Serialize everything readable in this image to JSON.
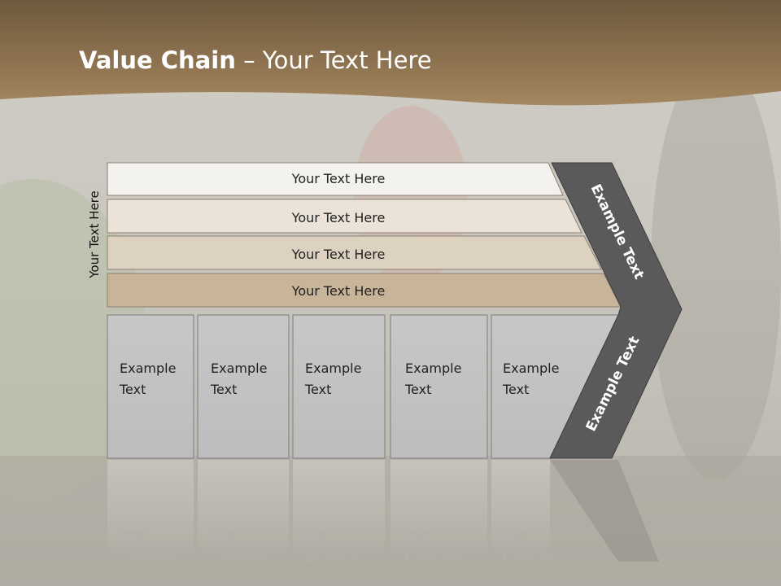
{
  "slide": {
    "title_bold": "Value Chain",
    "title_rest": " – Your Text Here",
    "side_label": "Your Text Here"
  },
  "bars": [
    {
      "label": "Your Text Here",
      "color": "#f4f2ee"
    },
    {
      "label": "Your Text Here",
      "color": "#ebe3d7"
    },
    {
      "label": "Your Text Here",
      "color": "#ddd1bf"
    },
    {
      "label": "Your Text Here",
      "color": "#c8b498"
    }
  ],
  "boxes": [
    {
      "line1": "Example",
      "line2": "Text"
    },
    {
      "line1": "Example",
      "line2": "Text"
    },
    {
      "line1": "Example",
      "line2": "Text"
    },
    {
      "line1": "Example",
      "line2": "Text"
    },
    {
      "line1": "Example",
      "line2": "Text"
    }
  ],
  "chevron": {
    "upper_label": "Example Text",
    "lower_label": "Example Text"
  },
  "colors": {
    "header_brown": "#8a6d44",
    "box_gray": "#c3c3c3",
    "chevron_dark": "#5a5a5a",
    "text_dark": "#222222"
  }
}
